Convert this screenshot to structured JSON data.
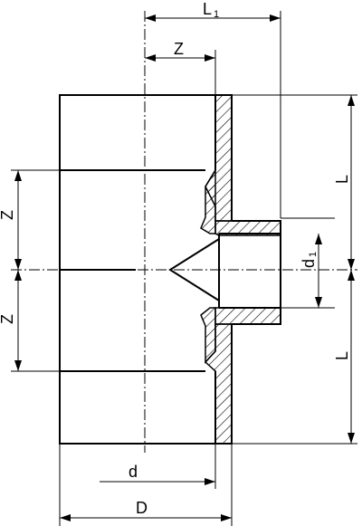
{
  "labels": {
    "l1_main": "L",
    "l1_sub": "1",
    "z_top": "Z",
    "z_left_upper": "Z",
    "z_left_lower": "Z",
    "l_upper": "L",
    "l_lower": "L",
    "d1_main": "d",
    "d1_sub": "1",
    "d_inner": "d",
    "d_outer": "D"
  }
}
